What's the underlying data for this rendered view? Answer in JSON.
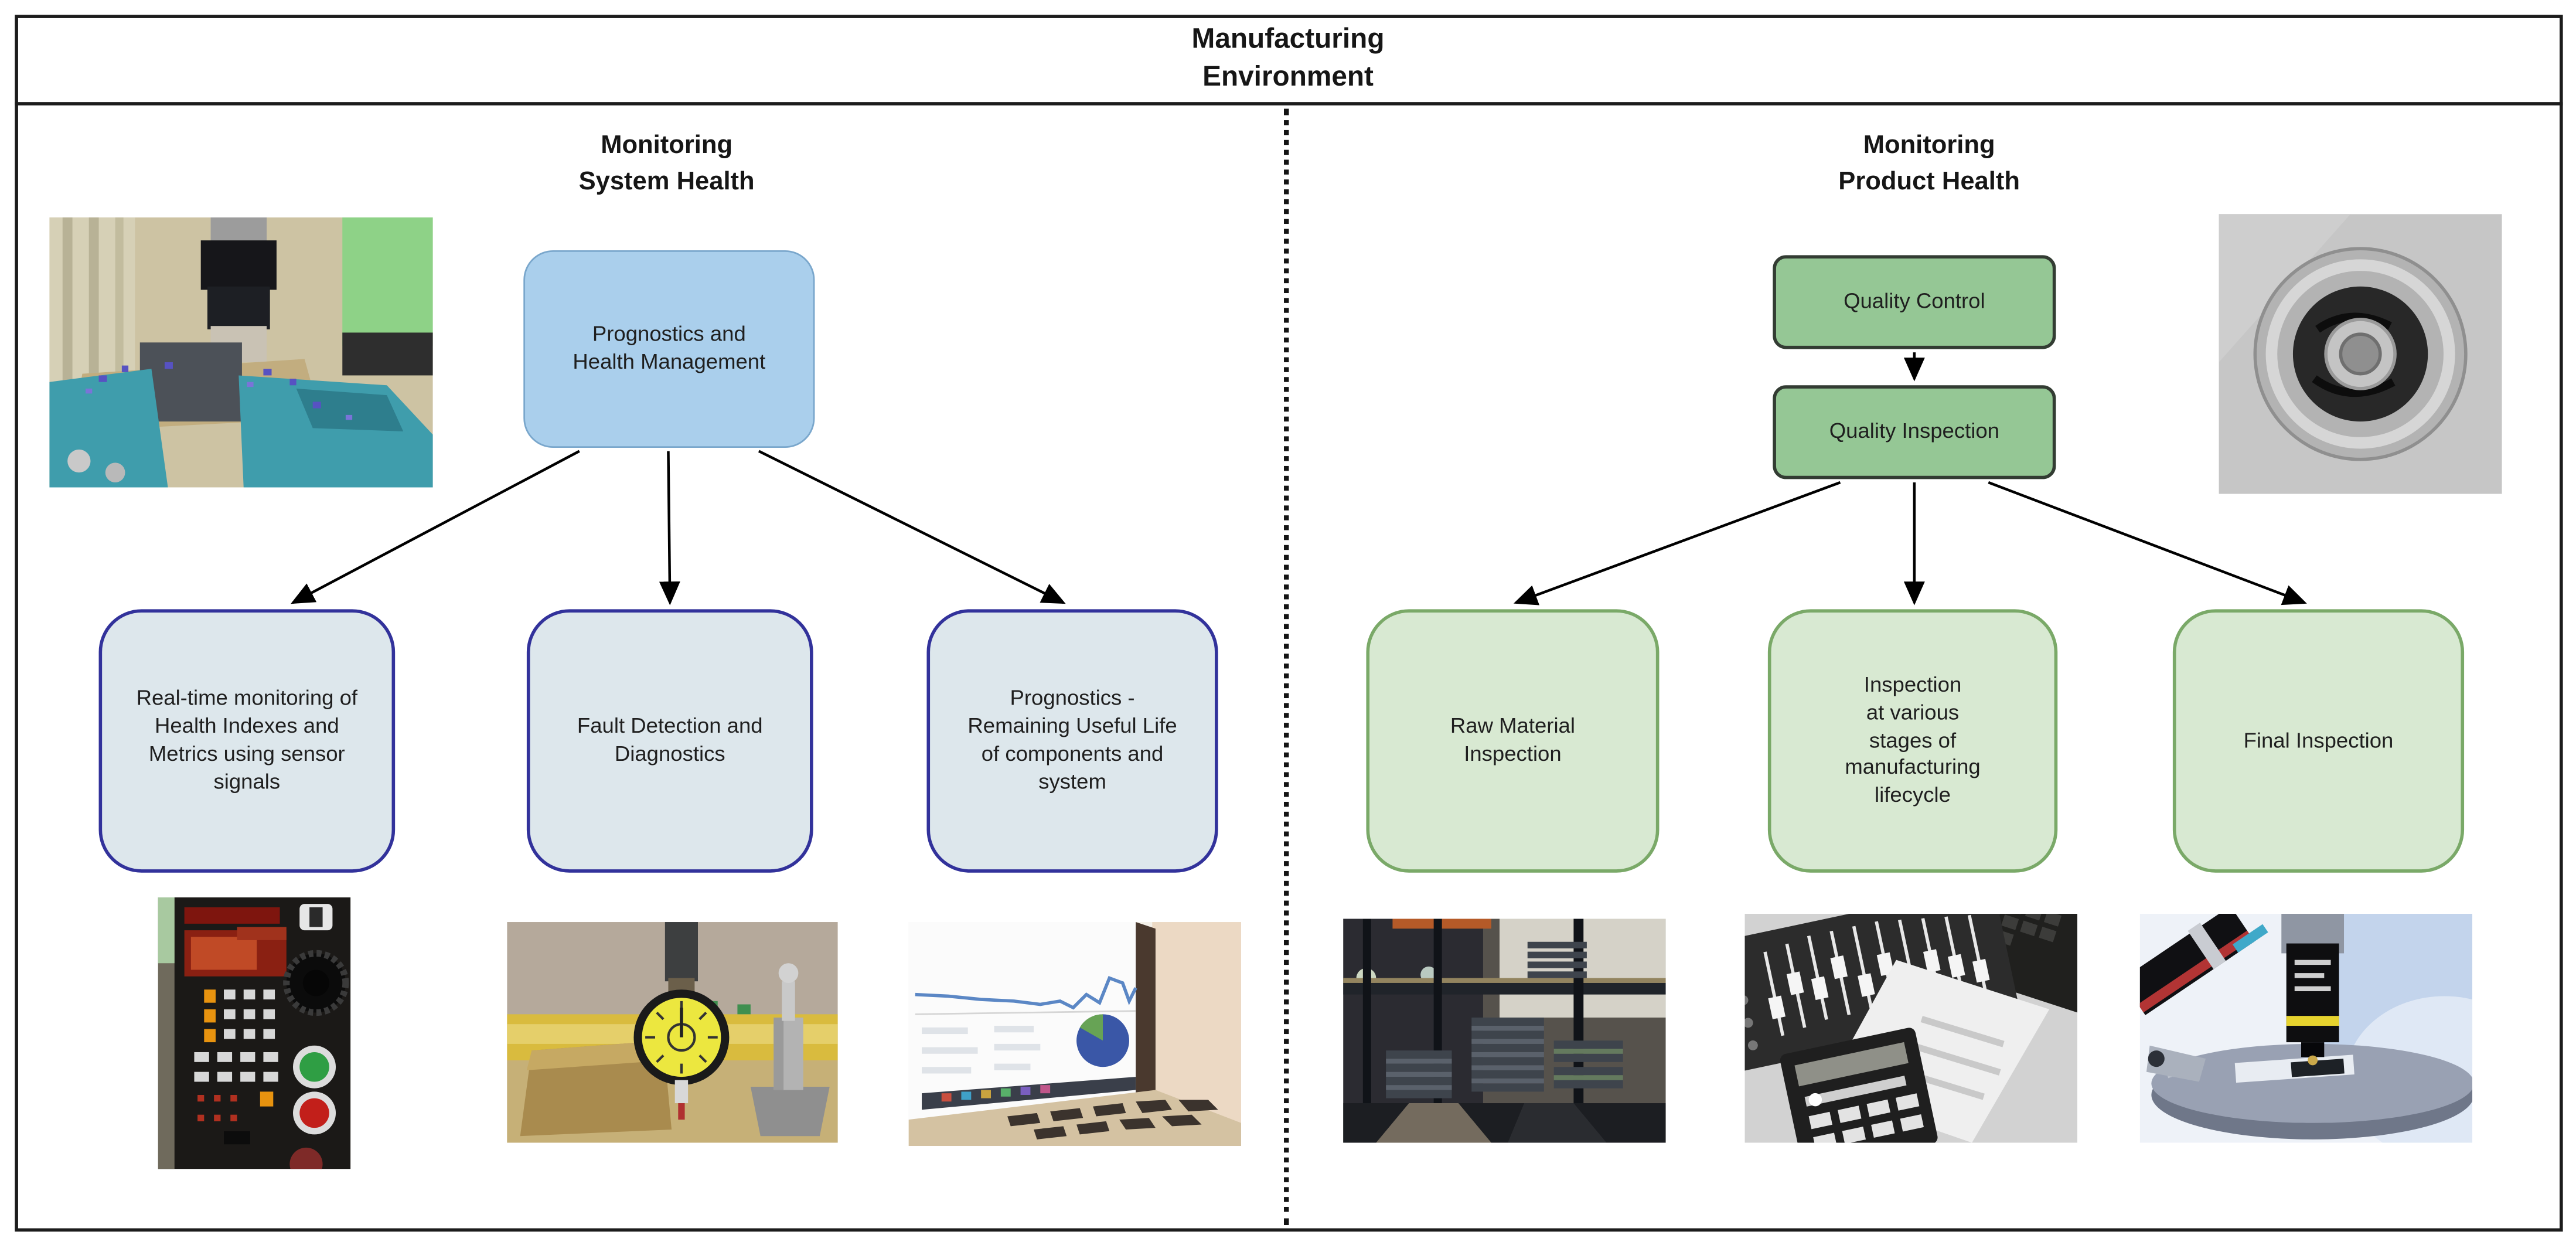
{
  "title": "Manufacturing\nEnvironment",
  "system_health": {
    "header": "Monitoring\nSystem Health",
    "root_label": "Prognostics and\nHealth Management",
    "children": [
      {
        "label": "Real-time monitoring of\nHealth Indexes and\nMetrics using sensor\nsignals"
      },
      {
        "label": "Fault Detection and\nDiagnostics"
      },
      {
        "label": "Prognostics -\nRemaining Useful Life\nof components and\nsystem"
      }
    ]
  },
  "product_health": {
    "header": "Monitoring\nProduct Health",
    "quality_control_label": "Quality Control",
    "quality_inspection_label": "Quality Inspection",
    "children": [
      {
        "label": "Raw Material\nInspection"
      },
      {
        "label": "Inspection\nat various\nstages of\nmanufacturing\nlifecycle"
      },
      {
        "label": "Final Inspection"
      }
    ]
  },
  "photos": {
    "milling_machine": "CNC milling machine cutting a workpiece held in a teal vise",
    "machined_part": "Machined circular metal impeller part, grayscale",
    "cnc_control_panel": "CNC machine control panel with red displays and buttons",
    "dial_indicator": "Yellow dial indicator gauge measuring over a brass block",
    "analytics_laptop": "Laptop screen showing monitoring line chart and pie chart",
    "parts_storage": "Stacked raw material parts on dark storage shelves",
    "inspection_checklist": "Inspection checklist form with calculator and laptop, grayscale",
    "microscope": "Microscope objective lenses over a sample slide"
  },
  "colors": {
    "phm_box_fill": "#aacfec",
    "phm_box_border": "#7aa7cc",
    "system_child_fill": "#dde7ec",
    "system_child_border": "#32329b",
    "quality_box_fill": "#95c795",
    "quality_box_border": "#333c33",
    "product_child_fill": "#d8e9d2",
    "product_child_border": "#7aa968",
    "frame_border": "#1c1c1c",
    "arrow": "#000000"
  }
}
